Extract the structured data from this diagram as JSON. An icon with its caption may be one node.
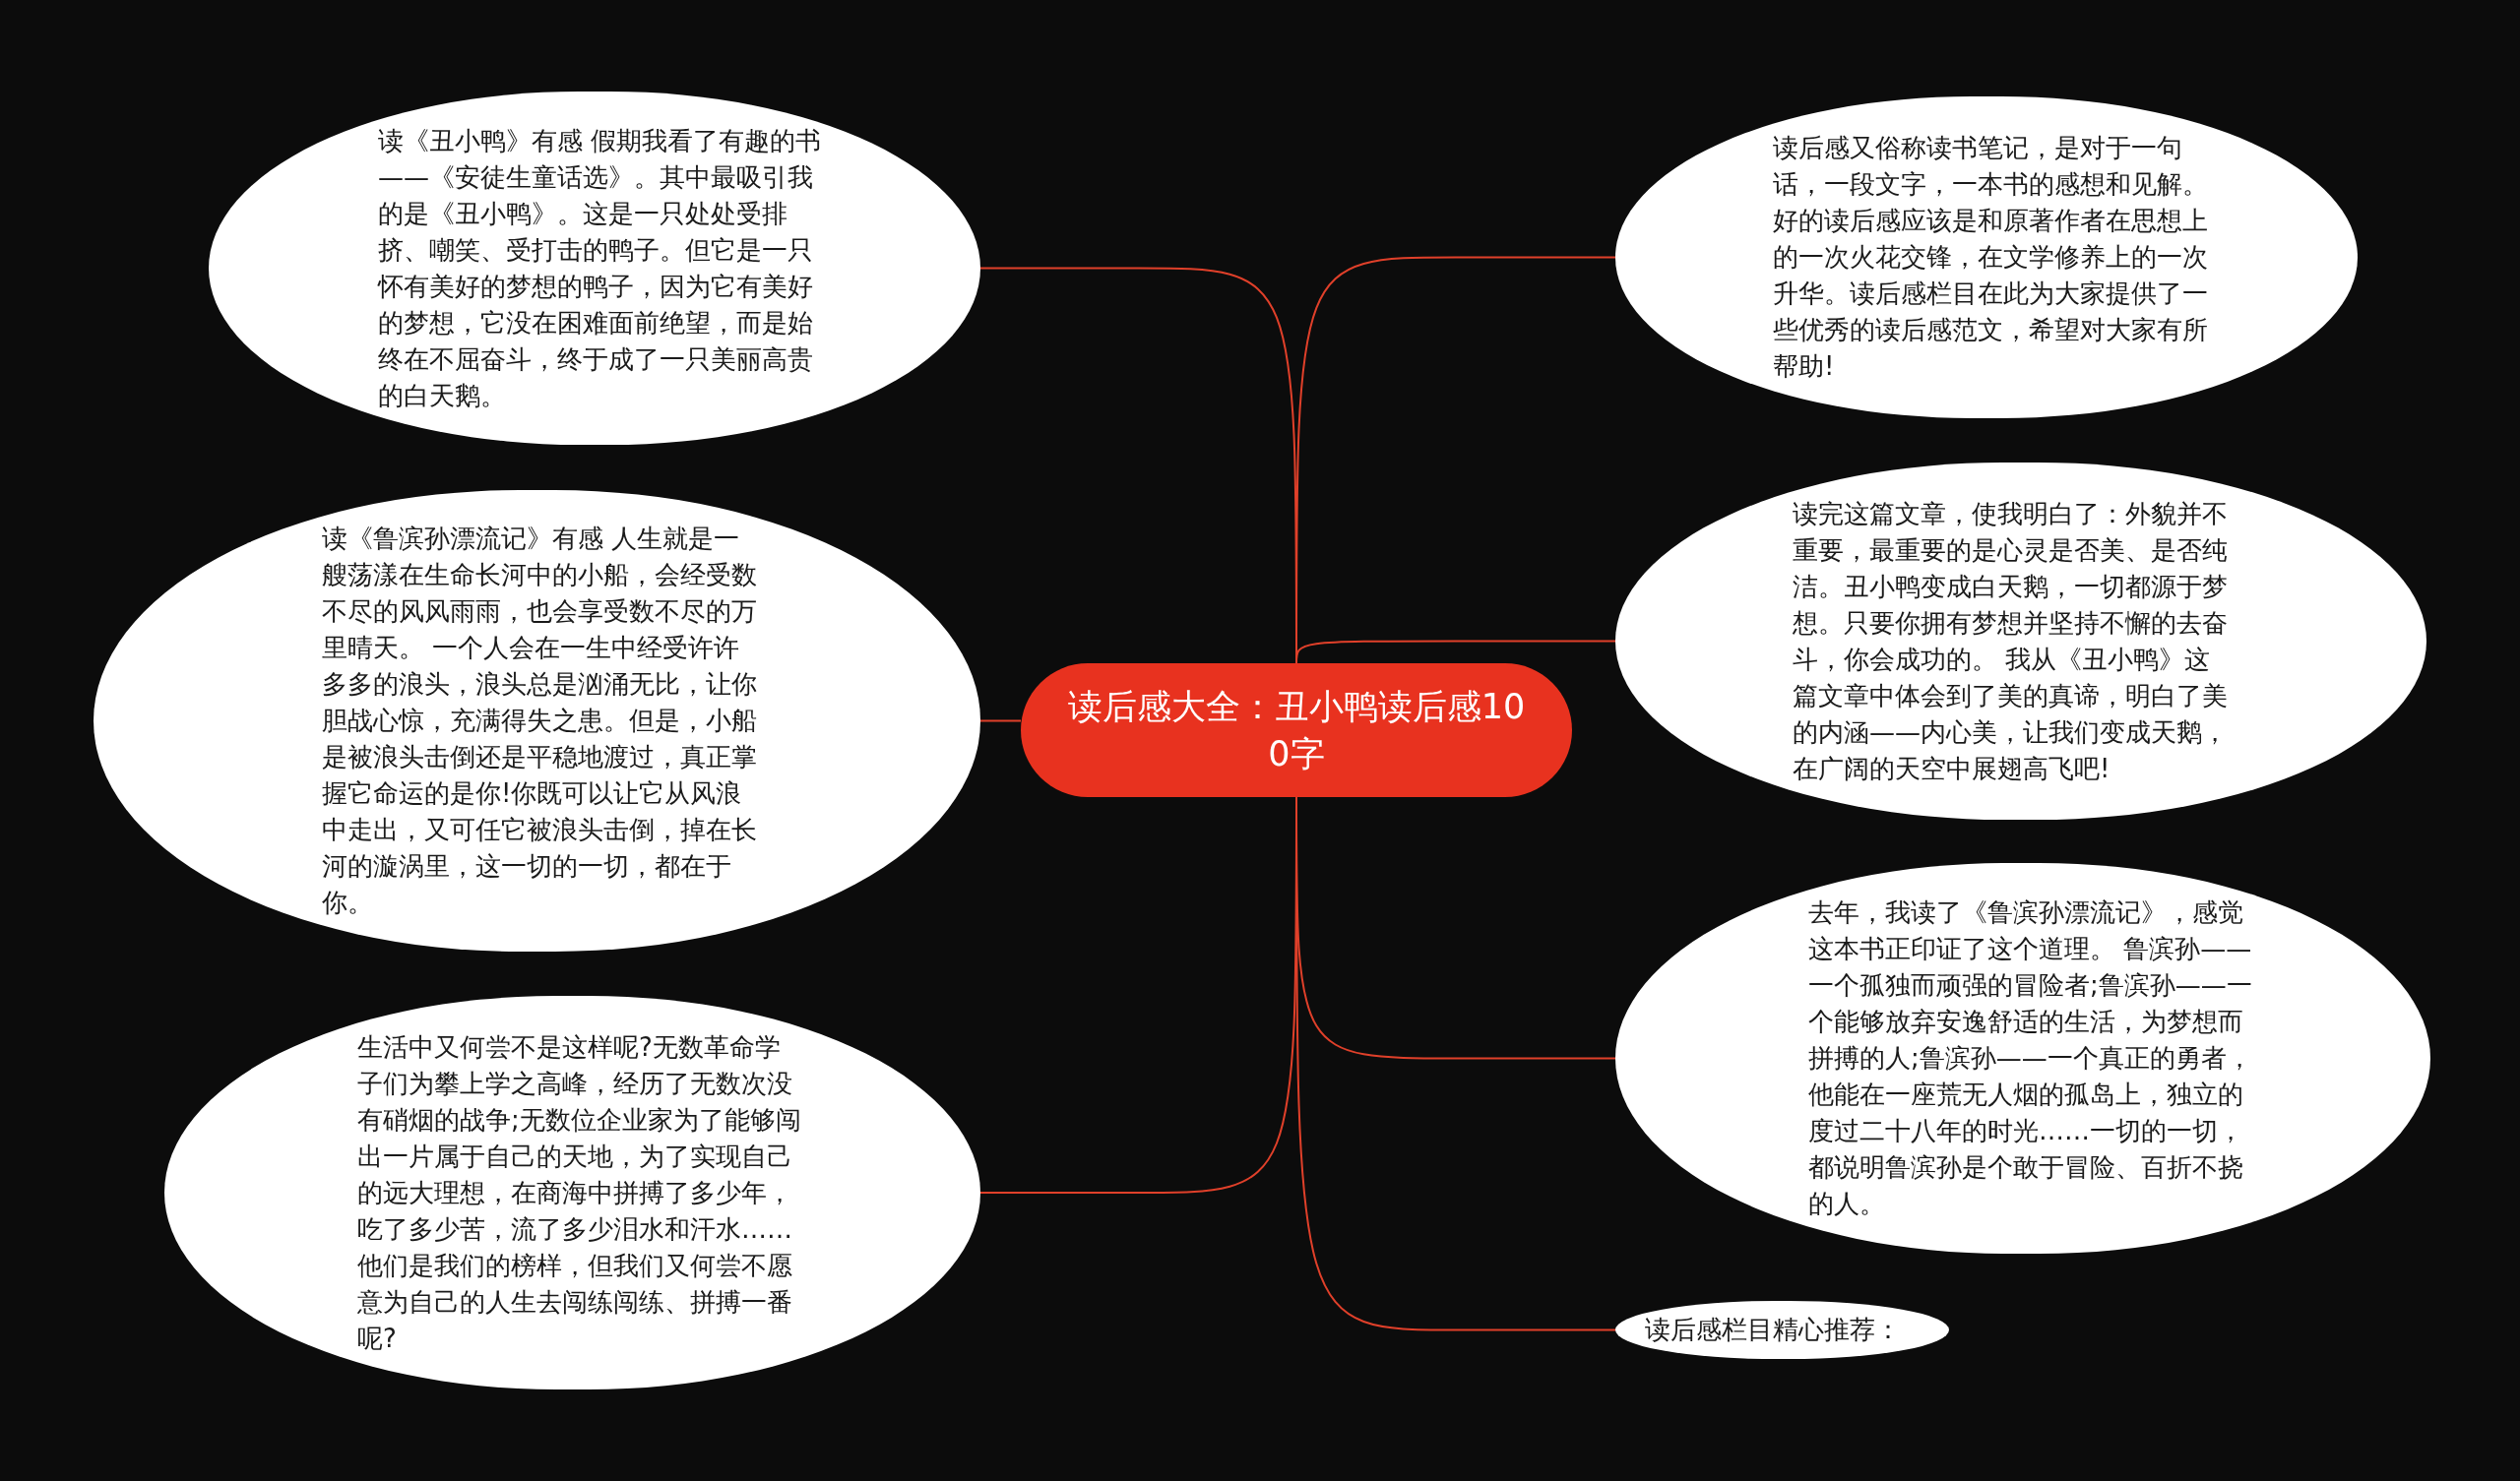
{
  "diagram": {
    "nodes": [
      {
        "text": [
          "读后感大全：丑小鸭读后感100字"
        ]
      },
      {
        "text": [
          "读《丑小鸭》有感 假期我看了有趣的书——《安徒生童话选》。其中最吸引我的是《丑小鸭》。这是一只处处受排挤、嘲笑、受打击的鸭子。但它是一只怀有美好的梦想的鸭子，因为它有美好的梦想，它没在困难面前绝望，而是始终在不屈奋斗，终于成了一只美丽高贵的白天鹅。"
        ]
      },
      {
        "text": [
          "读《鲁滨孙漂流记》有感 人生就是一艘荡漾在生命长河中的小船，会经受数不尽的风风雨雨，也会享受数不尽的万里晴天。 一个人会在一生中经受许许多多的浪头，浪头总是汹涌无比，让你胆战心惊，充满得失之患。但是，小船是被浪头击倒还是平稳地渡过，真正掌握它命运的是你!你既可以让它从风浪中走出，又可任它被浪头击倒，掉在长河的漩涡里，这一切的一切，都在于你。"
        ]
      },
      {
        "text": [
          "生活中又何尝不是这样呢?无数革命学子们为攀上学之高峰，经历了无数次没有硝烟的战争;无数位企业家为了能够闯出一片属于自己的天地，为了实现自己的远大理想，在商海中拼搏了多少年，吃了多少苦，流了多少泪水和汗水……他们是我们的榜样，但我们又何尝不愿意为自己的人生去闯练闯练、拼搏一番呢?"
        ]
      },
      {
        "text": [
          "读后感又俗称读书笔记，是对于一句话，一段文字，一本书的感想和见解。好的读后感应该是和原著作者在思想上的一次火花交锋，在文学修养上的一次升华。读后感栏目在此为大家提供了一些优秀的读后感范文，希望对大家有所帮助!"
        ]
      },
      {
        "text": [
          "读完这篇文章，使我明白了：外貌并不重要，最重要的是心灵是否美、是否纯洁。丑小鸭变成白天鹅，一切都源于梦想。只要你拥有梦想并坚持不懈的去奋斗，你会成功的。 我从《丑小鸭》这篇文章中体会到了美的真谛，明白了美的内涵——内心美，让我们变成天鹅，在广阔的天空中展翅高飞吧!"
        ]
      },
      {
        "text": [
          "去年，我读了《鲁滨孙漂流记》，感觉这本书正印证了这个道理。 鲁滨孙——一个孤独而顽强的冒险者;鲁滨孙——一个能够放弃安逸舒适的生活，为梦想而拼搏的人;鲁滨孙——一个真正的勇者，他能在一座荒无人烟的孤岛上，独立的度过二十八年的时光……一切的一切，都说明鲁滨孙是个敢于冒险、百折不挠的人。"
        ]
      },
      {
        "text": [
          "读后感栏目精心推荐："
        ]
      }
    ],
    "edges": [
      {
        "from": 0,
        "to": 1,
        "arrow": "none"
      },
      {
        "from": 0,
        "to": 2,
        "arrow": "none"
      },
      {
        "from": 0,
        "to": 3,
        "arrow": "none"
      },
      {
        "from": 0,
        "to": 4,
        "arrow": "none"
      },
      {
        "from": 0,
        "to": 5,
        "arrow": "none"
      },
      {
        "from": 0,
        "to": 6,
        "arrow": "none"
      },
      {
        "from": 0,
        "to": 7,
        "arrow": "none"
      }
    ]
  }
}
